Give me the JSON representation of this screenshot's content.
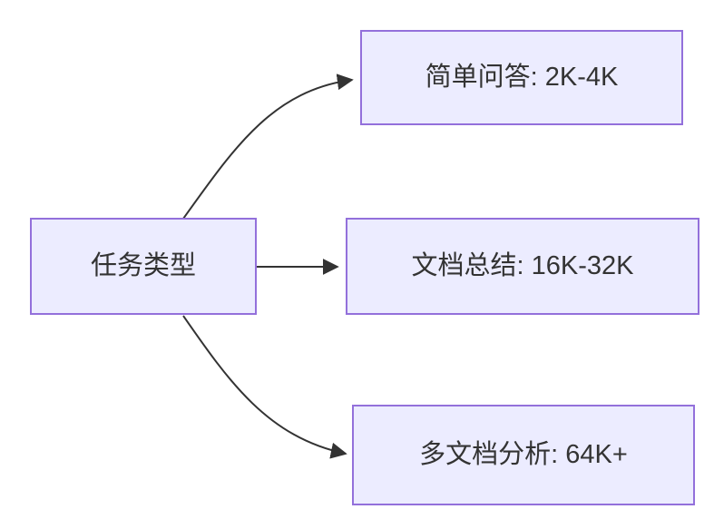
{
  "diagram": {
    "type": "flowchart",
    "direction": "left-to-right",
    "colors": {
      "node_fill": "#ECECFF",
      "node_border": "#9370DB",
      "edge_stroke": "#333333",
      "text": "#333333",
      "background": "#ffffff"
    },
    "nodes": [
      {
        "id": "task-type",
        "label": "任务类型"
      },
      {
        "id": "simple-qa",
        "label": "简单问答: 2K-4K"
      },
      {
        "id": "doc-summary",
        "label": "文档总结: 16K-32K"
      },
      {
        "id": "multi-doc",
        "label": "多文档分析: 64K+"
      }
    ],
    "edges": [
      {
        "from": "task-type",
        "to": "simple-qa"
      },
      {
        "from": "task-type",
        "to": "doc-summary"
      },
      {
        "from": "task-type",
        "to": "multi-doc"
      }
    ]
  }
}
